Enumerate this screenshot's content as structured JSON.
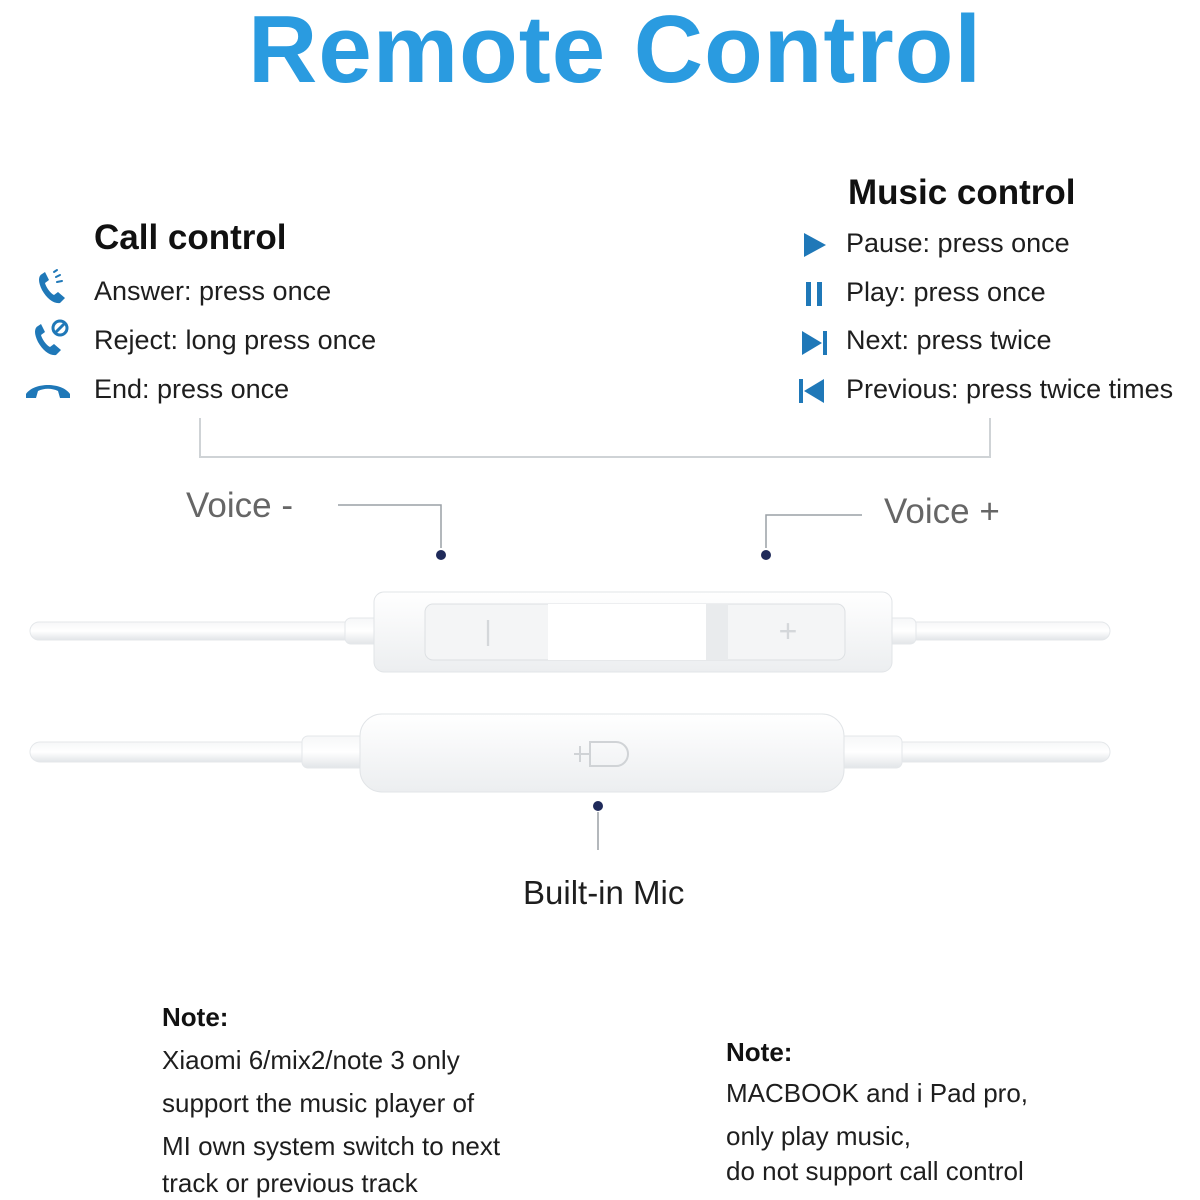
{
  "title": "Remote Control",
  "call_control": {
    "heading": "Call control",
    "items": [
      {
        "icon": "phone-answer-icon",
        "text": "Answer: press once"
      },
      {
        "icon": "phone-reject-icon",
        "text": "Reject: long press once"
      },
      {
        "icon": "phone-end-icon",
        "text": "End: press once"
      }
    ]
  },
  "music_control": {
    "heading": "Music control",
    "items": [
      {
        "icon": "play-triangle-icon",
        "text": "Pause: press once"
      },
      {
        "icon": "pause-bars-icon",
        "text": "Play: press once"
      },
      {
        "icon": "next-track-icon",
        "text": "Next: press twice"
      },
      {
        "icon": "previous-track-icon",
        "text": "Previous: press twice times"
      }
    ]
  },
  "remote": {
    "voice_minus": "Voice -",
    "voice_plus": "Voice +",
    "mic_label": "Built-in Mic"
  },
  "notes": [
    {
      "heading": "Note:",
      "lines": [
        "Xiaomi 6/mix2/note 3 only",
        "support the music player of",
        "MI own system switch to next",
        "track or previous track"
      ]
    },
    {
      "heading": "Note:",
      "lines": [
        "MACBOOK and i Pad pro,",
        "only play music,",
        "do not support call control"
      ]
    }
  ],
  "colors": {
    "title": "#2a9be0",
    "icon_blue": "#1f78b8",
    "connector": "#c8ccd0",
    "dot": "#1f2a5a"
  }
}
